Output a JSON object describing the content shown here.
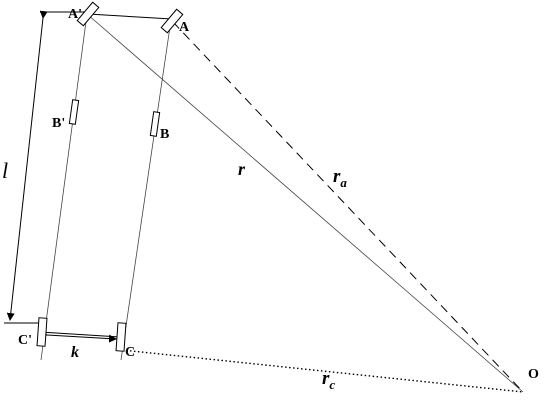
{
  "labels": {
    "a_prime": "A'",
    "a": "A",
    "b_prime": "B'",
    "b": "B",
    "c_prime": "C'",
    "c": "C",
    "o": "O",
    "l": "l",
    "k": "k",
    "r": "r",
    "r_a_main": "r",
    "r_a_sub": "a",
    "r_c_main": "r",
    "r_c_sub": "c"
  }
}
